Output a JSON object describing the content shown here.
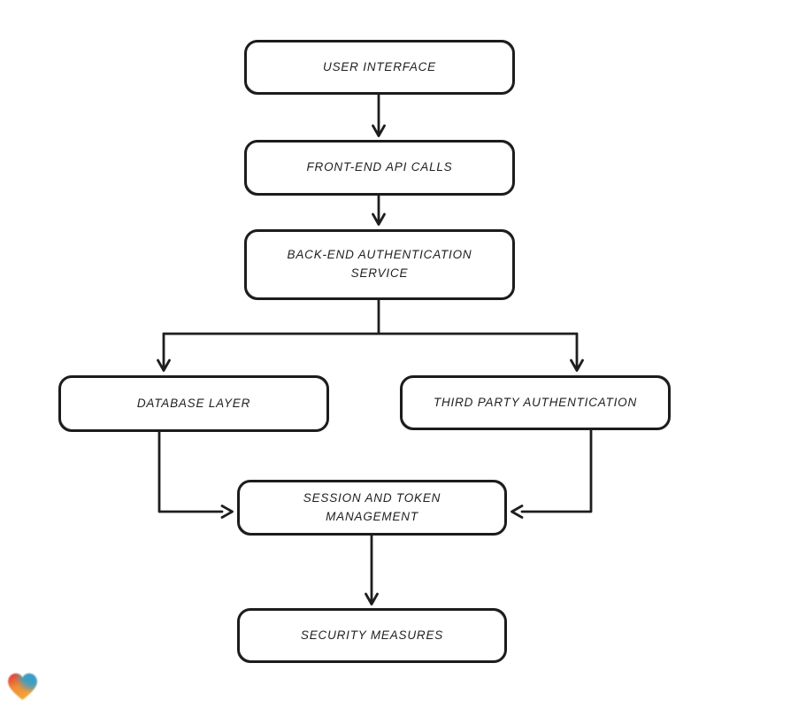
{
  "diagram": {
    "background": "#ffffff",
    "stroke_color": "#1e1e1e",
    "nodes": [
      {
        "id": "user-interface",
        "label": "USER INTERFACE"
      },
      {
        "id": "front-end-api-calls",
        "label": "FRONT-END API CALLS"
      },
      {
        "id": "back-end-authentication-service",
        "label": "BACK-END AUTHENTICATION\nSERVICE"
      },
      {
        "id": "database-layer",
        "label": "DATABASE LAYER"
      },
      {
        "id": "third-party-authentication",
        "label": "THIRD PARTY AUTHENTICATION"
      },
      {
        "id": "session-and-token-management",
        "label": "SESSION AND TOKEN\nMANAGEMENT"
      },
      {
        "id": "security-measures",
        "label": "SECURITY MEASURES"
      }
    ],
    "edges": [
      {
        "from": "user-interface",
        "to": "front-end-api-calls"
      },
      {
        "from": "front-end-api-calls",
        "to": "back-end-authentication-service"
      },
      {
        "from": "back-end-authentication-service",
        "to": "database-layer"
      },
      {
        "from": "back-end-authentication-service",
        "to": "third-party-authentication"
      },
      {
        "from": "database-layer",
        "to": "session-and-token-management"
      },
      {
        "from": "third-party-authentication",
        "to": "session-and-token-management"
      },
      {
        "from": "session-and-token-management",
        "to": "security-measures"
      }
    ]
  },
  "logo": {
    "name": "gradient-heart-logo",
    "colors": {
      "red": "#e02d3c",
      "orange": "#f7a334",
      "blue": "#2f9fd3",
      "green": "#5cb85c"
    }
  }
}
